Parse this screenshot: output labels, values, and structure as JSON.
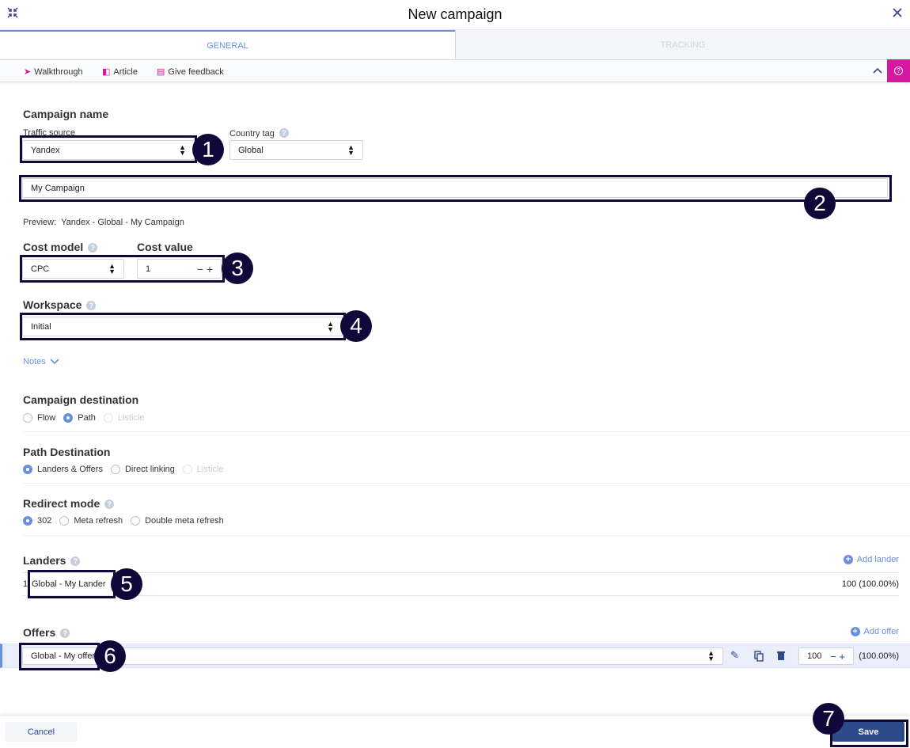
{
  "header": {
    "title": "New campaign",
    "icons": [
      "compress-icon",
      "close-icon"
    ]
  },
  "tabs": [
    {
      "label": "GENERAL",
      "active": true
    },
    {
      "label": "TRACKING",
      "active": false
    }
  ],
  "toolbar": {
    "walkthrough": "Walkthrough",
    "article": "Article",
    "feedback": "Give feedback",
    "help": "?"
  },
  "campaign_name": {
    "heading": "Campaign name",
    "traffic_source_label": "Traffic source",
    "traffic_source_value": "Yandex",
    "country_tag_label": "Country tag",
    "country_tag_value": "Global",
    "name_value": "My Campaign",
    "preview_label": "Preview:",
    "preview_value": "Yandex - Global - My Campaign"
  },
  "cost": {
    "model_label": "Cost model",
    "model_value": "CPC",
    "value_label": "Cost value",
    "value": "1"
  },
  "workspace": {
    "label": "Workspace",
    "value": "Initial"
  },
  "notes": {
    "label": "Notes"
  },
  "destination": {
    "heading": "Campaign destination",
    "options": [
      "Flow",
      "Path",
      "Listicle"
    ],
    "selected": "Path"
  },
  "path_destination": {
    "heading": "Path Destination",
    "options": [
      "Landers & Offers",
      "Direct linking",
      "Listicle"
    ],
    "selected": "Landers & Offers"
  },
  "redirect": {
    "heading": "Redirect mode",
    "options": [
      "302",
      "Meta refresh",
      "Double meta refresh"
    ],
    "selected": "302"
  },
  "landers": {
    "heading": "Landers",
    "add_label": "Add lander",
    "rows": [
      {
        "index": "1",
        "name": "Global - My Lander",
        "weight": "100 (100.00%)"
      }
    ]
  },
  "offers": {
    "heading": "Offers",
    "add_label": "Add offer",
    "rows": [
      {
        "name": "Global - My offer",
        "weight": "100",
        "percent": "(100.00%)"
      }
    ]
  },
  "footer": {
    "cancel": "Cancel",
    "save": "Save"
  },
  "annotations": [
    "1",
    "2",
    "3",
    "4",
    "5",
    "6",
    "7"
  ],
  "colors": {
    "accent": "#6a8fe0",
    "help": "#d6179f",
    "annotation": "#100838",
    "save": "#2d4a8a"
  }
}
